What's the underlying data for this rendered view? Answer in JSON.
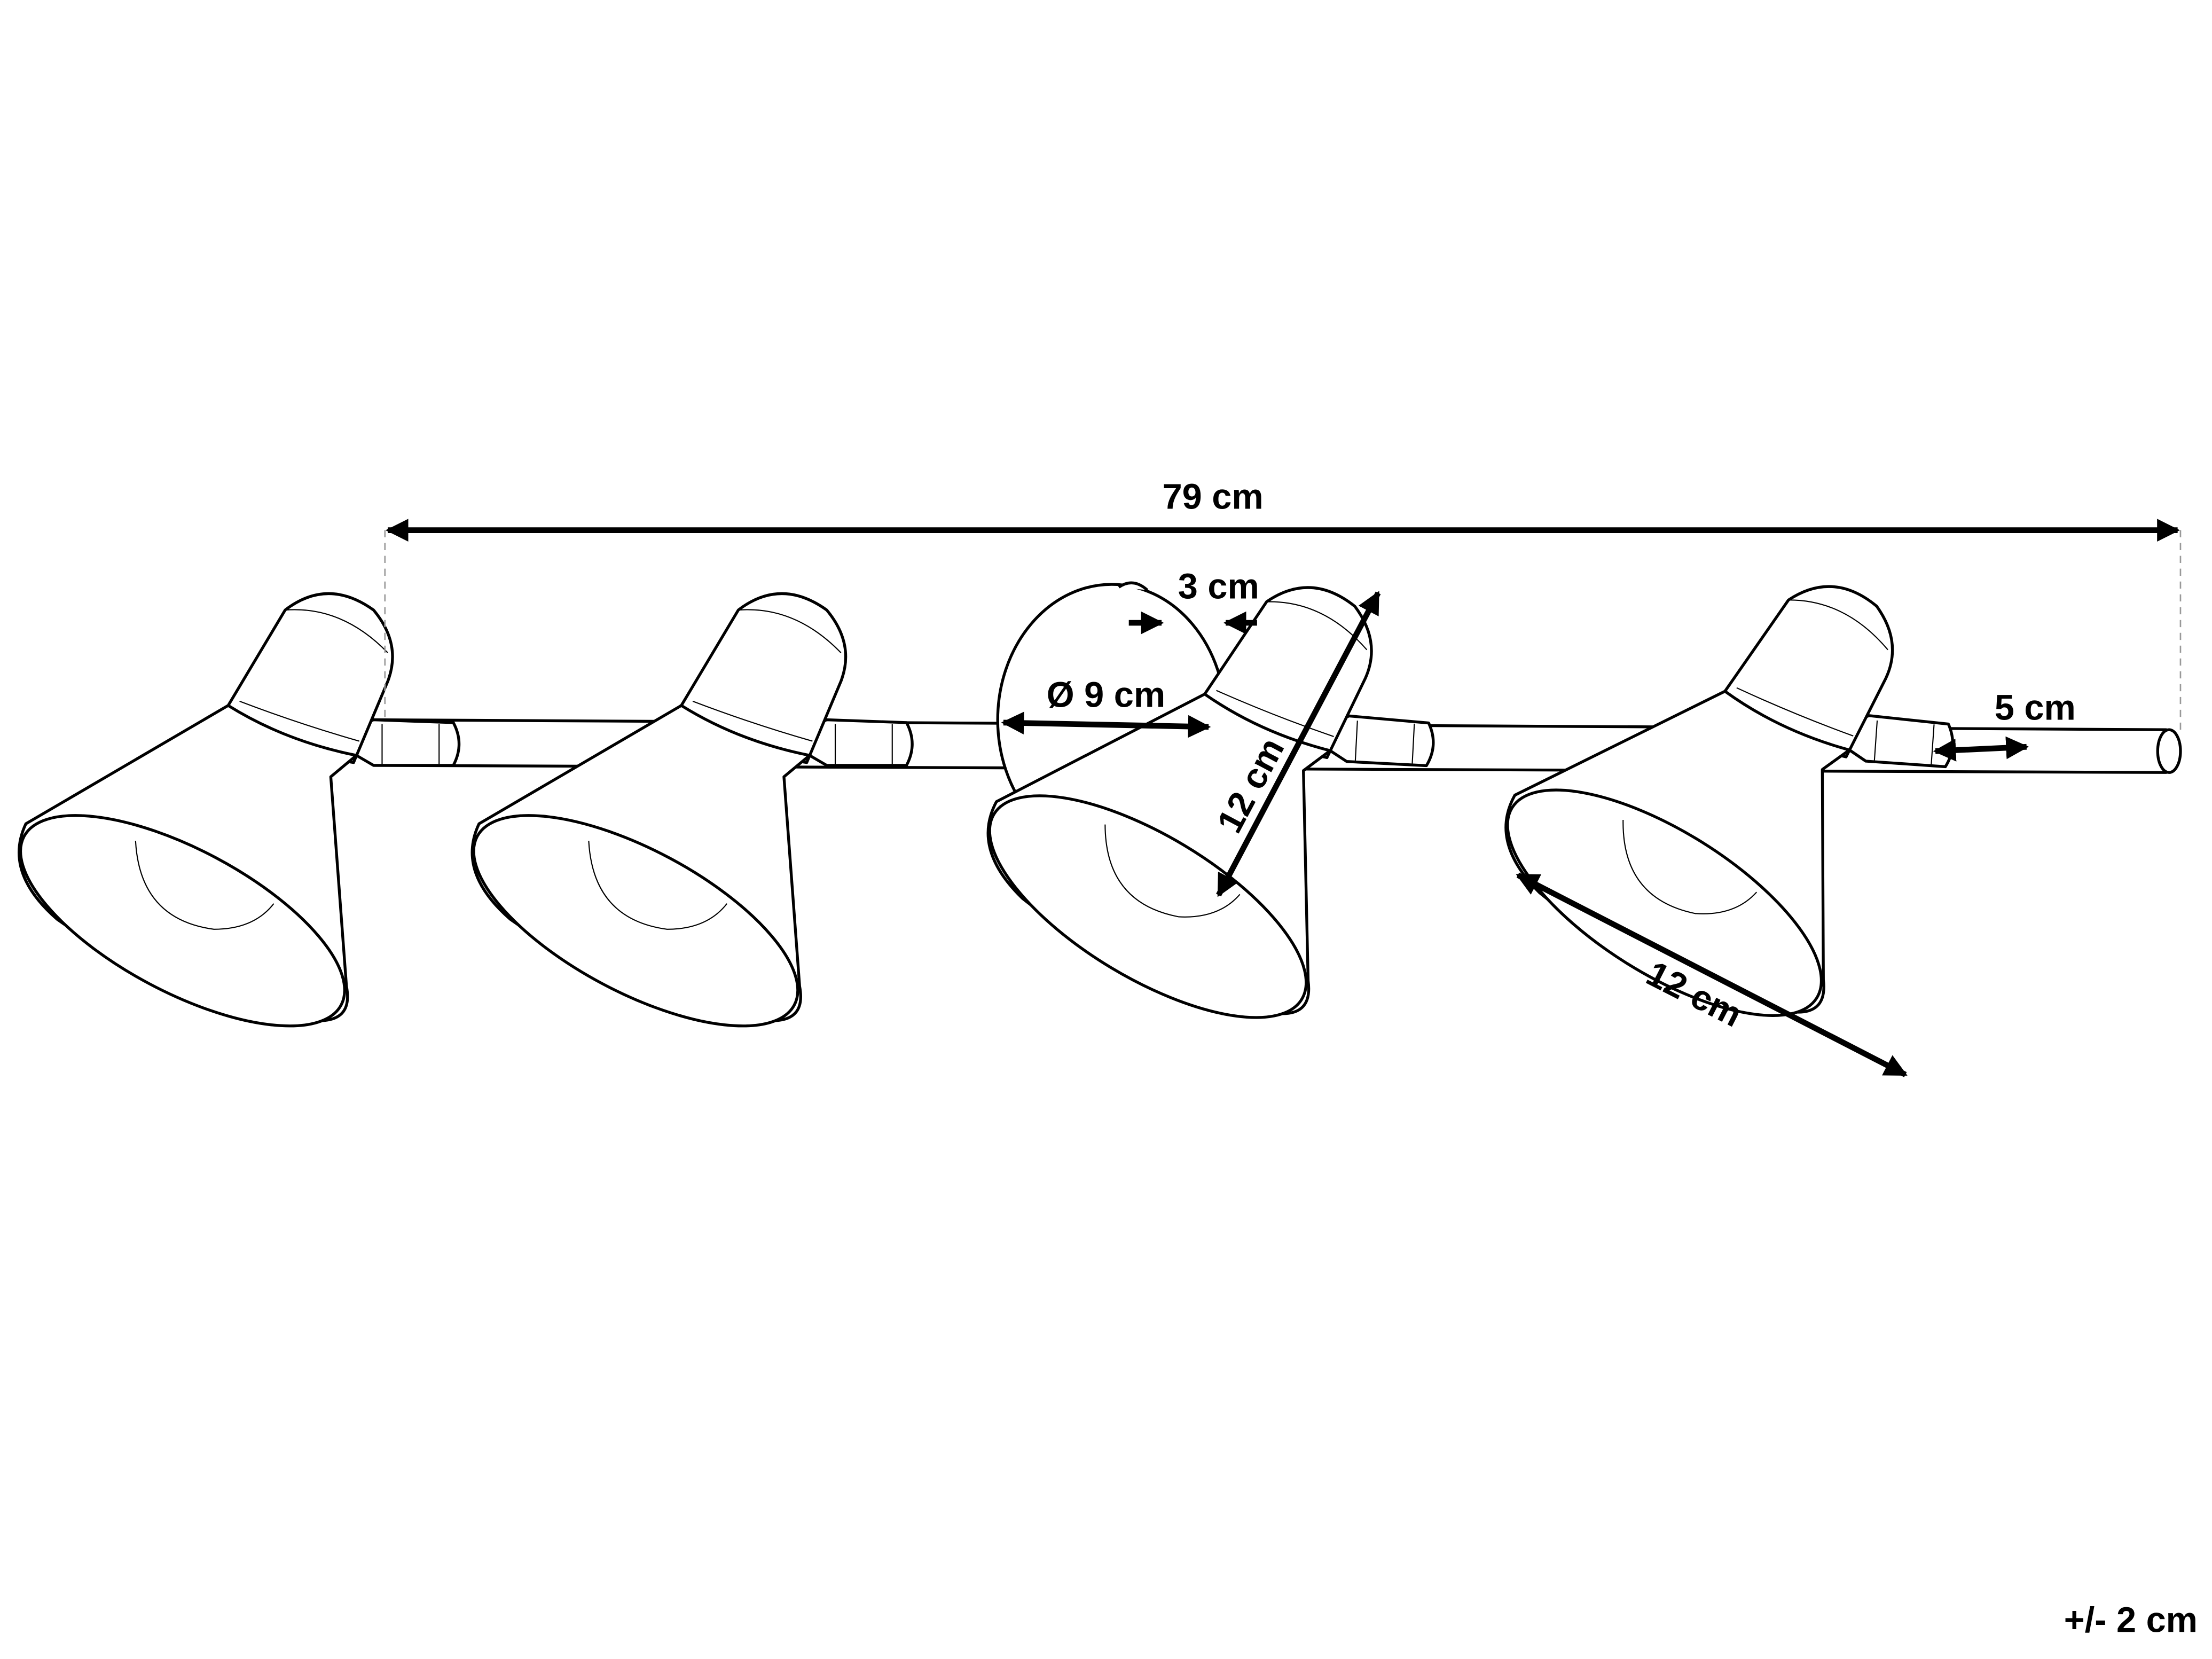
{
  "dimensions": {
    "total_length": "79 cm",
    "base_depth": "3 cm",
    "base_diameter": "Ø 9 cm",
    "shade_height": "12 cm",
    "arm_length": "5 cm",
    "shade_diameter": "12 cm",
    "tolerance": "+/- 2 cm"
  }
}
